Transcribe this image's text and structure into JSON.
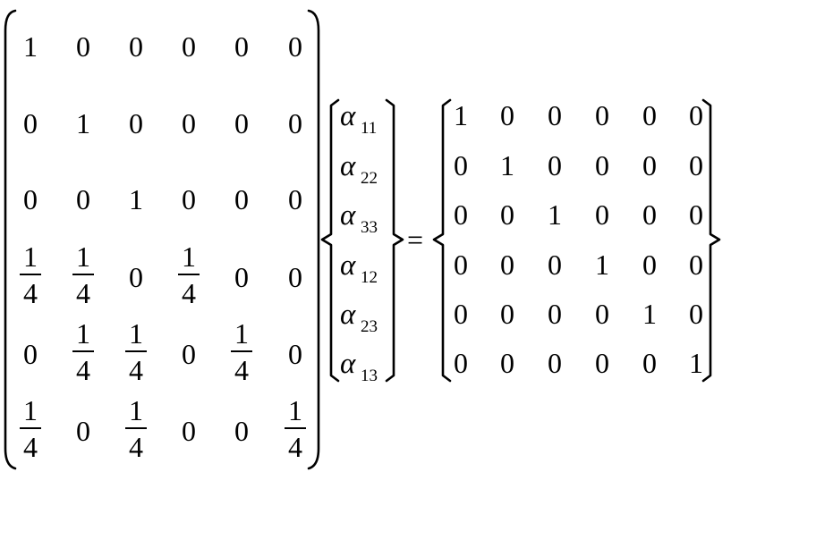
{
  "equation": {
    "coefficient_matrix": [
      [
        "1",
        "0",
        "0",
        "0",
        "0",
        "0"
      ],
      [
        "0",
        "1",
        "0",
        "0",
        "0",
        "0"
      ],
      [
        "0",
        "0",
        "1",
        "0",
        "0",
        "0"
      ],
      [
        "1/4",
        "1/4",
        "0",
        "1/4",
        "0",
        "0"
      ],
      [
        "0",
        "1/4",
        "1/4",
        "0",
        "1/4",
        "0"
      ],
      [
        "1/4",
        "0",
        "1/4",
        "0",
        "0",
        "1/4"
      ]
    ],
    "unknowns": [
      {
        "symbol": "α",
        "index": "11"
      },
      {
        "symbol": "α",
        "index": "22"
      },
      {
        "symbol": "α",
        "index": "33"
      },
      {
        "symbol": "α",
        "index": "12"
      },
      {
        "symbol": "α",
        "index": "23"
      },
      {
        "symbol": "α",
        "index": "13"
      }
    ],
    "equals_sign": "=",
    "result_matrix": [
      [
        "1",
        "0",
        "0",
        "0",
        "0",
        "0"
      ],
      [
        "0",
        "1",
        "0",
        "0",
        "0",
        "0"
      ],
      [
        "0",
        "0",
        "1",
        "0",
        "0",
        "0"
      ],
      [
        "0",
        "0",
        "0",
        "1",
        "0",
        "0"
      ],
      [
        "0",
        "0",
        "0",
        "0",
        "1",
        "0"
      ],
      [
        "0",
        "0",
        "0",
        "0",
        "0",
        "1"
      ]
    ]
  }
}
